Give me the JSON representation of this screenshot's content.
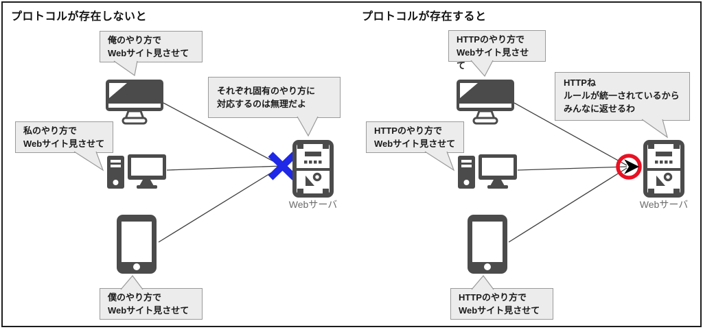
{
  "panels": {
    "left": {
      "title": "プロトコルが存在しないと",
      "bubbles": {
        "desktop": "俺のやり方で\nWebサイト見させて",
        "pc": "私のやり方で\nWebサイト見させて",
        "phone": "僕のやり方で\nWebサイト見させて",
        "server_reply": "それぞれ固有のやり方に\n対応するのは無理だよ"
      },
      "server_label": "Webサーバ",
      "marker": "blue-cross"
    },
    "right": {
      "title": "プロトコルが存在すると",
      "bubbles": {
        "desktop": "HTTPのやり方で\nWebサイト見させて",
        "pc": "HTTPのやり方で\nWebサイト見させて",
        "phone": "HTTPのやり方で\nWebサイト見させて",
        "server_reply": "HTTPね\nルールが統一されているから\nみんなに返せるわ"
      },
      "server_label": "Webサーバ",
      "marker": "red-circle-arrow"
    }
  },
  "icons": {
    "desktop": "desktop-monitor-icon",
    "pc": "desktop-pc-with-tower-icon",
    "phone": "smartphone-icon",
    "server": "web-server-icon",
    "cross": "blue-cross-icon",
    "arrow": "red-circle-arrow-icon"
  },
  "colors": {
    "icon_gray": "#4b4b4b",
    "bubble_fill": "#ececec",
    "bubble_border": "#999999",
    "cross_blue": "#1e28e6",
    "circle_red": "#e81123",
    "line": "#404040"
  }
}
